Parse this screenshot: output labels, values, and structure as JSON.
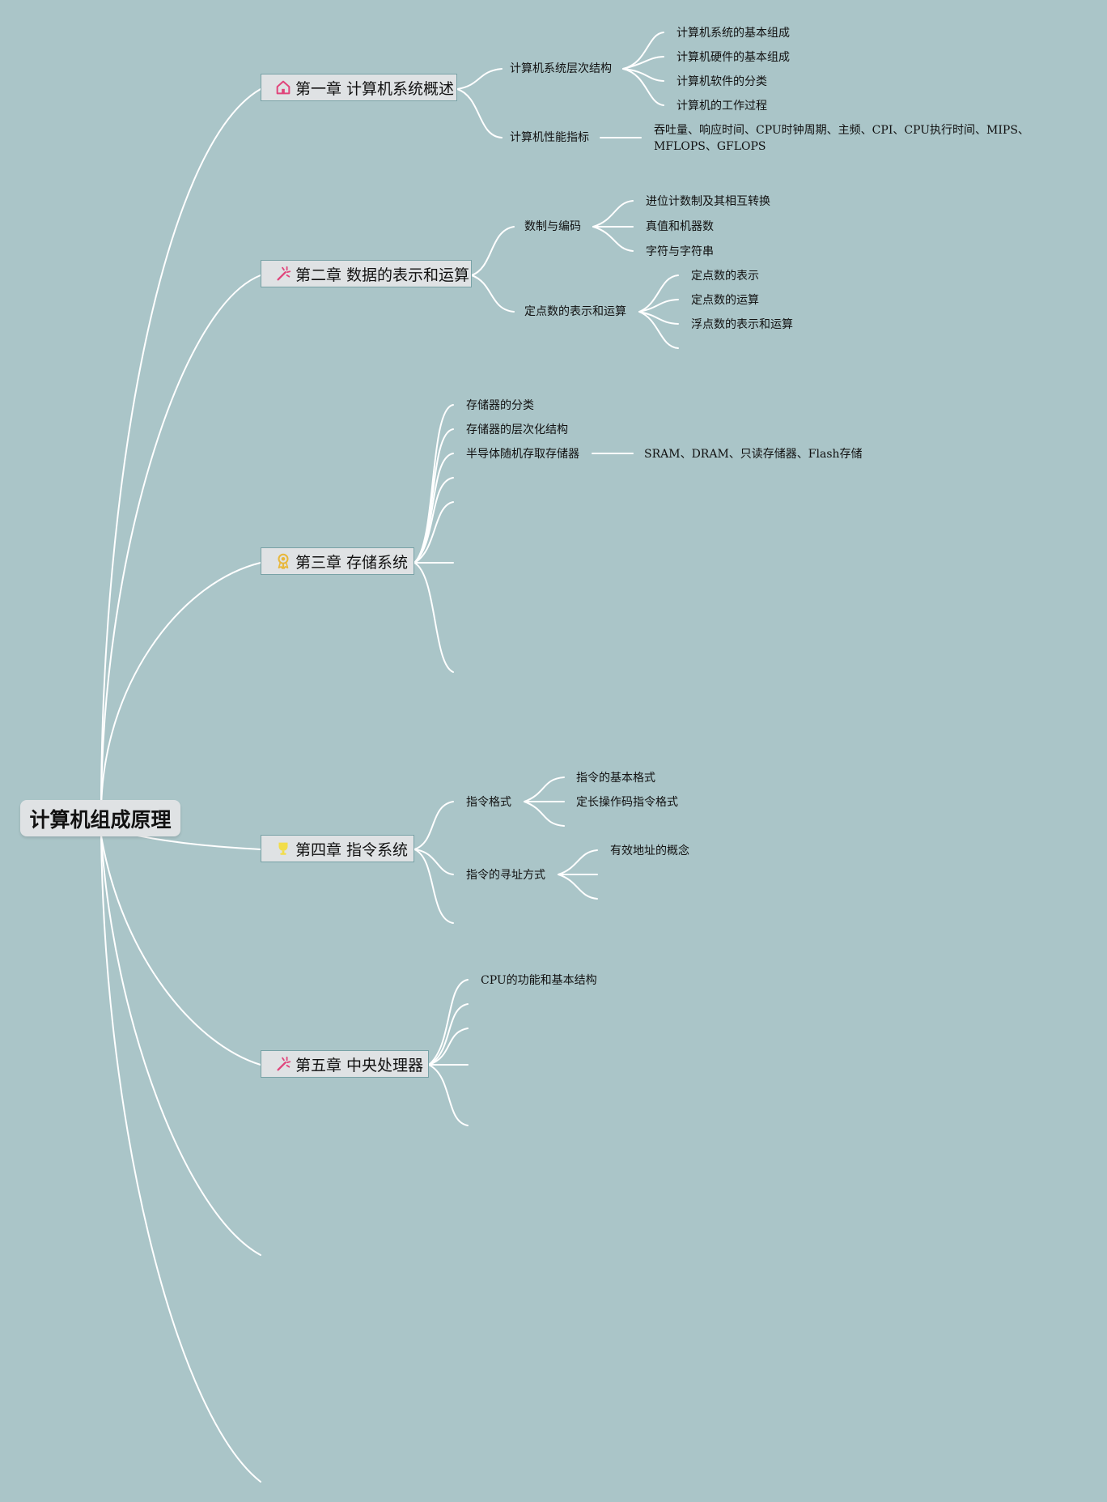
{
  "root": {
    "title": "计算机组成原理"
  },
  "chapters": [
    {
      "title": "第一章 计算机系统概述",
      "icon": "home-icon",
      "icon_color": "#e0457b",
      "topics": [
        {
          "label": "计算机系统层次结构",
          "items": [
            "计算机系统的基本组成",
            "计算机硬件的基本组成",
            "计算机软件的分类",
            "计算机的工作过程"
          ]
        },
        {
          "label": "计算机性能指标",
          "items": [
            "吞吐量、响应时间、CPU时钟周期、主频、CPI、CPU执行时间、MIPS、MFLOPS、GFLOPS"
          ]
        }
      ]
    },
    {
      "title": "第二章 数据的表示和运算",
      "icon": "magic-wand-icon",
      "icon_color": "#e0457b",
      "topics": [
        {
          "label": "数制与编码",
          "items": [
            "进位计数制及其相互转换",
            "真值和机器数",
            "字符与字符串"
          ]
        },
        {
          "label": "定点数的表示和运算",
          "items": [
            "定点数的表示",
            "定点数的运算",
            "浮点数的表示和运算"
          ]
        }
      ]
    },
    {
      "title": "第三章 存储系统",
      "icon": "medal-icon",
      "icon_color": "#e8b73a",
      "topics": [
        {
          "label": "存储器的分类"
        },
        {
          "label": "存储器的层次化结构"
        },
        {
          "label": "半导体随机存取存储器",
          "items": [
            "SRAM、DRAM、只读存储器、Flash存储"
          ]
        }
      ]
    },
    {
      "title": "第四章 指令系统",
      "icon": "trophy-icon",
      "icon_color": "#f2dd4a",
      "topics": [
        {
          "label": "指令格式",
          "items": [
            "指令的基本格式",
            "定长操作码指令格式"
          ]
        },
        {
          "label": "指令的寻址方式",
          "items": [
            "有效地址的概念"
          ]
        }
      ]
    },
    {
      "title": "第五章 中央处理器",
      "icon": "magic-wand-icon",
      "icon_color": "#e0457b",
      "topics": [
        {
          "label": "CPU的功能和基本结构"
        }
      ]
    }
  ],
  "colors": {
    "background": "#aac5c8",
    "connector": "#ffffff",
    "node_fill": "#dfe2e4",
    "node_border": "#78a2a6"
  }
}
